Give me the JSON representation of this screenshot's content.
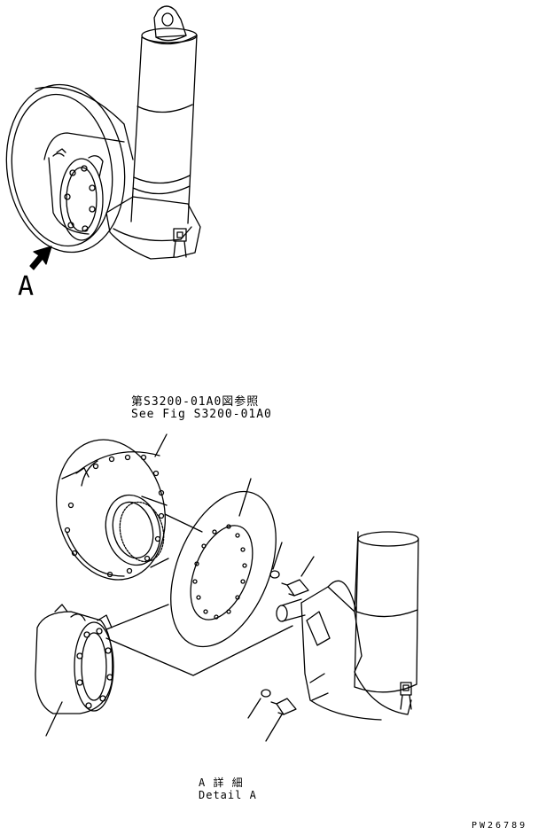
{
  "view_marker": "A",
  "reference": {
    "line_jp": "第S3200-01A0図参照",
    "line_en": "See Fig S3200-01A0"
  },
  "detail": {
    "line_jp": "A 詳 細",
    "line_en": "Detail A"
  },
  "drawing_code": "PW26789",
  "colors": {
    "ink": "#000000",
    "paper": "#ffffff"
  }
}
